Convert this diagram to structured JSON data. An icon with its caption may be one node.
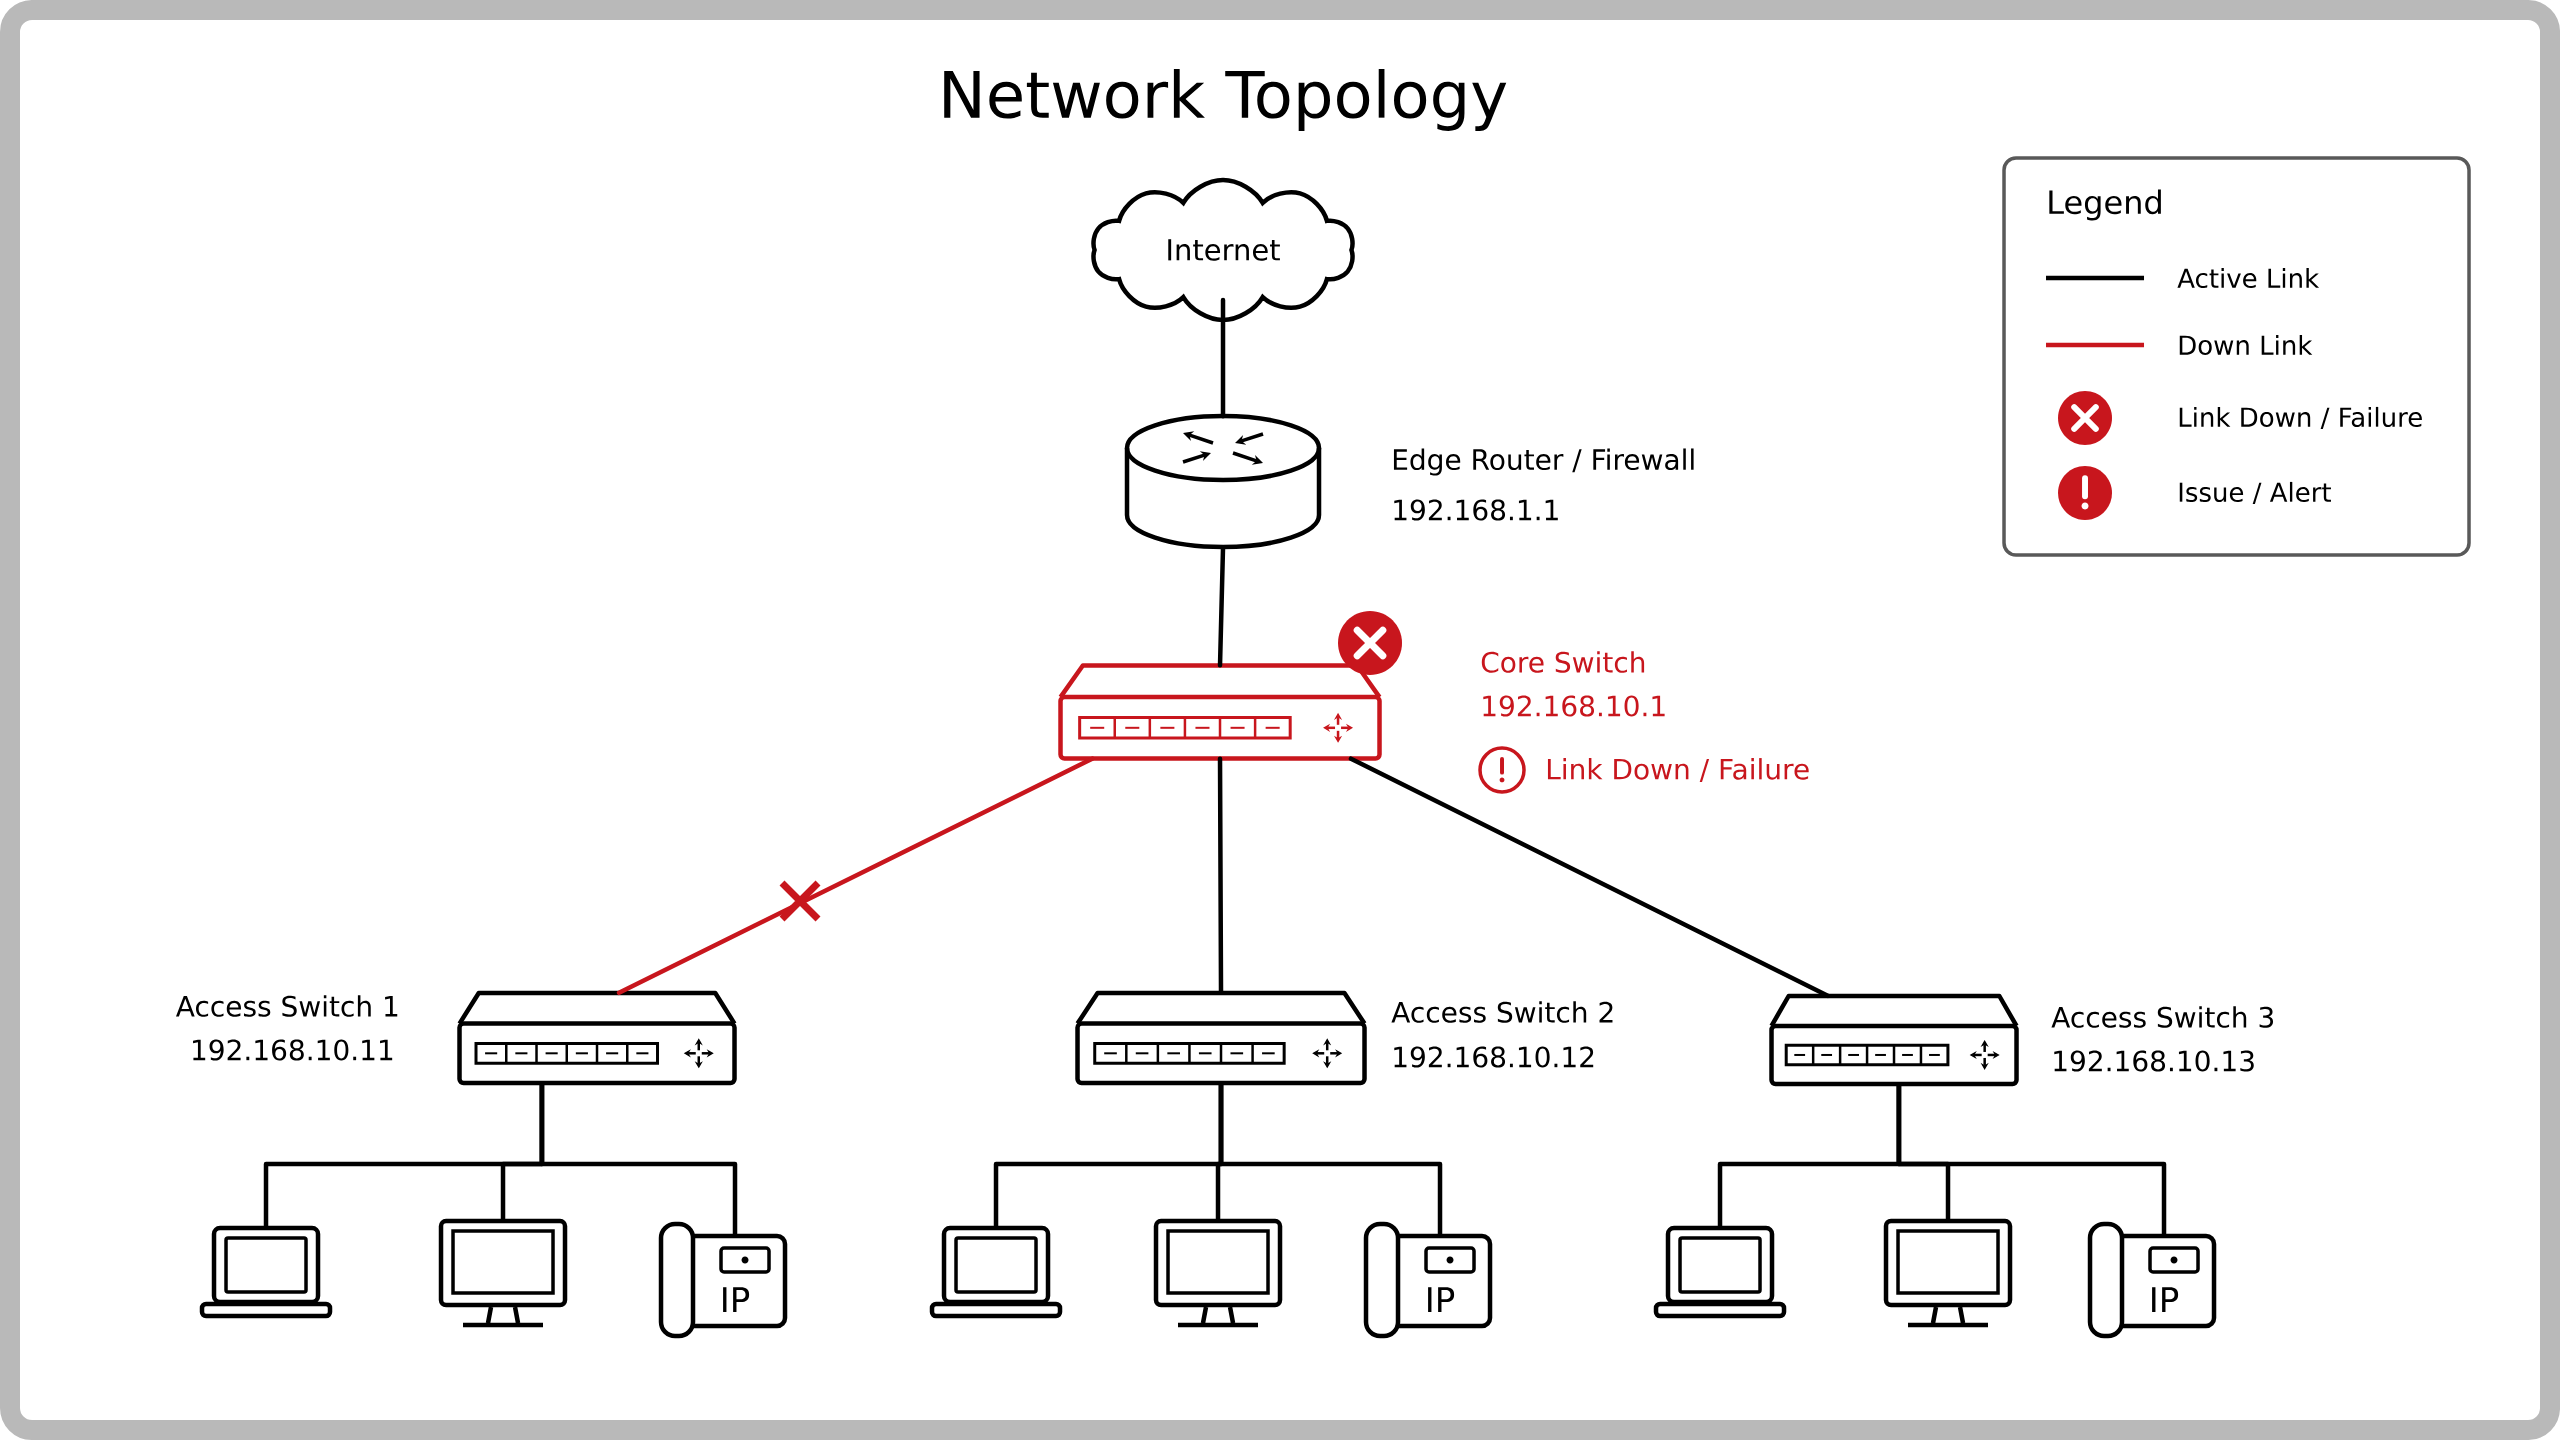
{
  "diagram": {
    "title": "Network Topology",
    "nodes": [
      {
        "text": [
          "Internet"
        ]
      },
      {
        "text": [],
        "shape": "cylinder",
        "beside": [
          "Edge Router / Firewall",
          "192.168.1.1"
        ]
      },
      {
        "text": [],
        "shape": "box",
        "beside": [
          "Core Switch",
          "192.168.10.1",
          "Link Down / Failure"
        ]
      },
      {
        "text": [],
        "shape": "box",
        "beside": [
          "Access Switch 1",
          "192.168.10.11"
        ]
      },
      {
        "text": [],
        "shape": "box",
        "beside": [
          "Access Switch 2",
          "192.168.10.12"
        ]
      },
      {
        "text": [],
        "shape": "box",
        "beside": [
          "Access Switch 3",
          "192.168.10.13"
        ]
      },
      {
        "text": [],
        "shape": "laptop"
      },
      {
        "text": [],
        "shape": "monitor"
      },
      {
        "text": [
          "IP"
        ]
      },
      {
        "text": [],
        "shape": "laptop"
      },
      {
        "text": [],
        "shape": "monitor"
      },
      {
        "text": [
          "IP"
        ]
      },
      {
        "text": [],
        "shape": "laptop"
      },
      {
        "text": [],
        "shape": "monitor"
      },
      {
        "text": [
          "IP"
        ]
      }
    ],
    "edges": [
      {
        "from": 0,
        "to": 1,
        "arrow": "none"
      },
      {
        "from": 1,
        "to": 2,
        "arrow": "none"
      },
      {
        "from": 2,
        "to": 3,
        "arrow": "none",
        "color": "#c8161d"
      },
      {
        "from": 2,
        "to": 4,
        "arrow": "none"
      },
      {
        "from": 2,
        "to": 5,
        "arrow": "none"
      },
      {
        "from": 3,
        "to": 6,
        "arrow": "none"
      },
      {
        "from": 3,
        "to": 7,
        "arrow": "none"
      },
      {
        "from": 3,
        "to": 8,
        "arrow": "none"
      },
      {
        "from": 4,
        "to": 9,
        "arrow": "none"
      },
      {
        "from": 4,
        "to": 10,
        "arrow": "none"
      },
      {
        "from": 4,
        "to": 11,
        "arrow": "none"
      },
      {
        "from": 5,
        "to": 12,
        "arrow": "none"
      },
      {
        "from": 5,
        "to": 13,
        "arrow": "none"
      },
      {
        "from": 5,
        "to": 14,
        "arrow": "none"
      }
    ],
    "labels": [
      "Legend"
    ],
    "legend": [
      {
        "text": "Active Link"
      },
      {
        "text": "Down Link"
      },
      {
        "text": "Link Down / Failure"
      },
      {
        "text": "Issue / Alert"
      }
    ]
  }
}
